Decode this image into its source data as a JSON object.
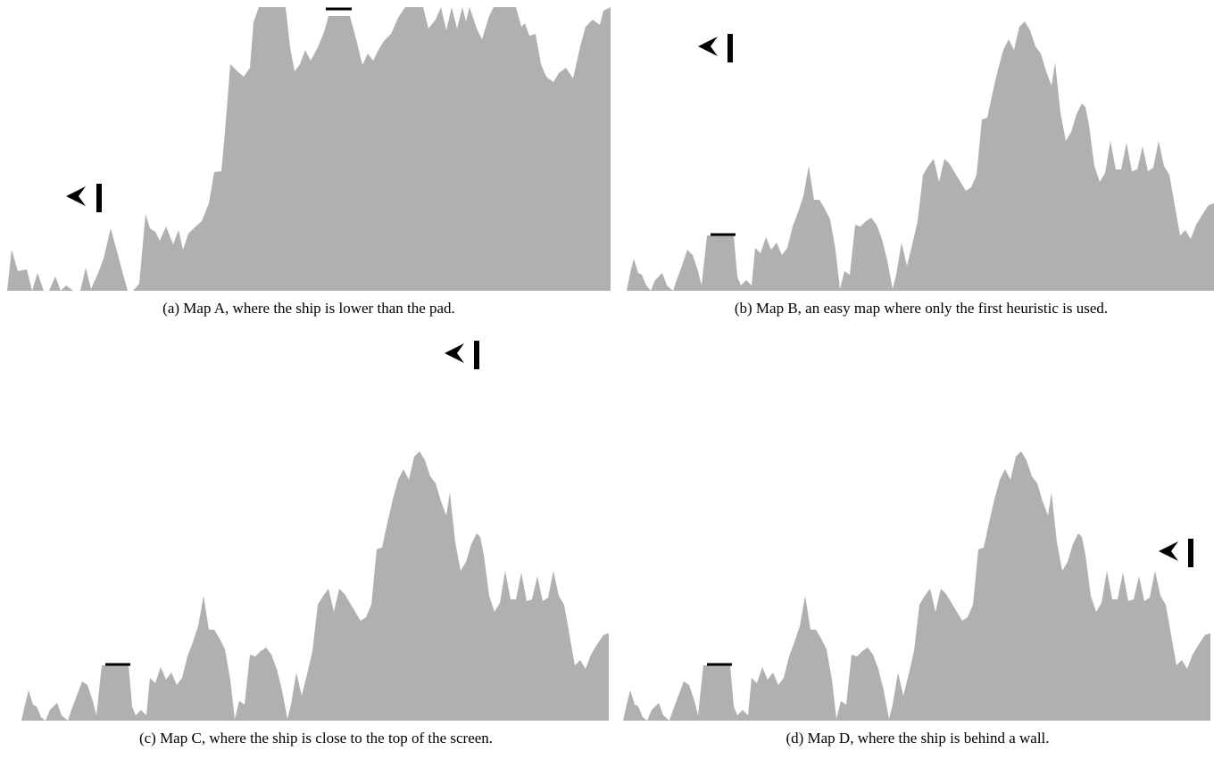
{
  "figures": [
    {
      "id": "a",
      "caption": "(a) Map A, where the ship is lower than the pad."
    },
    {
      "id": "b",
      "caption": "(b) Map B, an easy map where only the first heuristic is used."
    },
    {
      "id": "c",
      "caption": "(c) Map C, where the ship is close to the top of the screen."
    },
    {
      "id": "d",
      "caption": "(d) Map D, where the ship is behind a wall."
    }
  ],
  "colors": {
    "terrain": "#b0b0b0",
    "pad": "#000000",
    "ship": "#000000",
    "background": "#ffffff"
  },
  "icons": {
    "ship": "lander-ship-icon",
    "pad": "landing-pad-marker"
  }
}
